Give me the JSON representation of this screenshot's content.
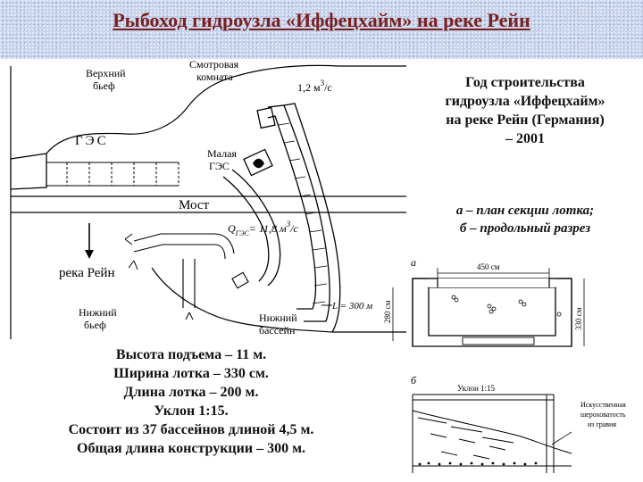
{
  "slide": {
    "title": "Рыбоход гидроузла «Иффецхайм» на реке Рейн"
  },
  "info": {
    "lines": [
      "Год строительства",
      "гидроузла «Иффецхайм»",
      "на реке Рейн (Германия)",
      "– 2001"
    ]
  },
  "legend": {
    "lines": [
      "а – план секции лотка;",
      "б – продольный разрез"
    ]
  },
  "facts": {
    "lines": [
      "Высота подъема – 11 м.",
      "Ширина лотка – 330 см.",
      "Длина лотка – 200 м.",
      "Уклон 1:15.",
      "Состоит из 37 бассейнов длиной 4,5 м.",
      "Общая длина конструкции – 300 м."
    ]
  },
  "map": {
    "upper_pool": [
      "Верхний",
      "бьеф"
    ],
    "hpp": "ГЭС",
    "observation_room": [
      "Смотровая",
      "комната"
    ],
    "flow_top": "1,2 м",
    "flow_top_exp": "3",
    "flow_top_unit": "/с",
    "small_hpp": [
      "Малая",
      "ГЭС"
    ],
    "bridge": "Мост",
    "q_label": "Q",
    "q_sub": "ГЭС",
    "q_value": "= 11,8 м",
    "q_exp": "3",
    "q_unit": "/с",
    "river": "река Рейн",
    "lower_pool": [
      "Нижний",
      "бьеф"
    ],
    "lower_basin": [
      "Нижний",
      "бассейн"
    ],
    "length": "L = 300 м"
  },
  "figure": {
    "label_a": "а",
    "label_b": "б",
    "width_dim": "450 см",
    "height_left": "280 см",
    "height_right": "330 см",
    "slope": "Уклон 1:15",
    "roughness": [
      "Искусственная",
      "шероховатость",
      "из гравия"
    ]
  }
}
